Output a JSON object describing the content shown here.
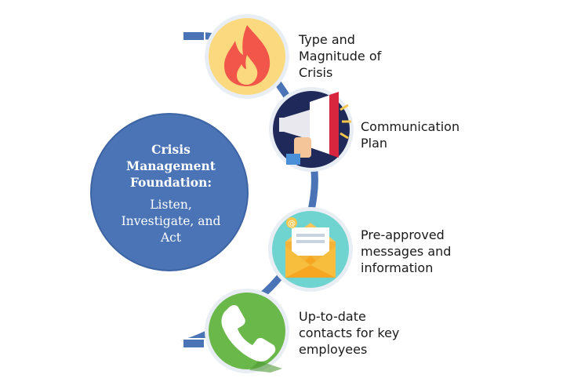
{
  "center": {
    "title_lines": [
      "Crisis",
      "Management",
      "Foundation:"
    ],
    "subtitle_lines": [
      "Listen,",
      "Investigate, and",
      "Act"
    ]
  },
  "items": [
    {
      "lines": [
        "Type and",
        "Magnitude of",
        "Crisis"
      ],
      "icon": "flame-icon",
      "color": "#fbd97e"
    },
    {
      "lines": [
        "Communication",
        "Plan"
      ],
      "icon": "megaphone-icon",
      "color": "#1f2a5a"
    },
    {
      "lines": [
        "Pre-approved",
        "messages and",
        "information"
      ],
      "icon": "envelope-icon",
      "color": "#6fd3d0"
    },
    {
      "lines": [
        "Up-to-date",
        "contacts for key",
        "employees"
      ],
      "icon": "phone-icon",
      "color": "#6ab74a"
    }
  ],
  "colors": {
    "connector": "#4a74b6",
    "center_circle": "#4a74b6",
    "ring": "#ffffff"
  }
}
